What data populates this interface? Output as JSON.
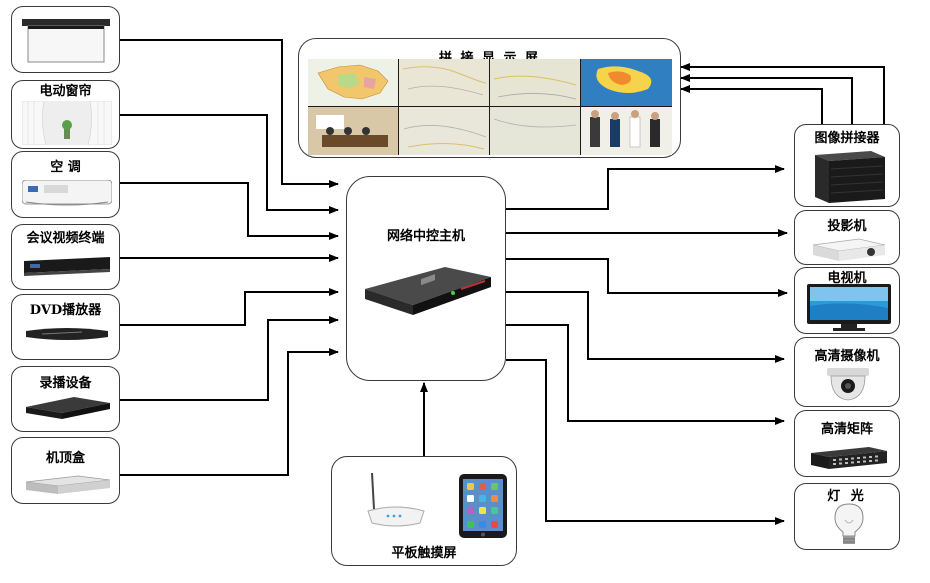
{
  "title": "拼 接 显 示 屏",
  "center": {
    "label": "网络中控主机"
  },
  "bottom": {
    "label": "平板触摸屏"
  },
  "left_devices": [
    {
      "id": "screen",
      "label": ""
    },
    {
      "id": "curtain",
      "label": "电动窗帘"
    },
    {
      "id": "aircon",
      "label": "空 调"
    },
    {
      "id": "vcterm",
      "label": "会议视频终端"
    },
    {
      "id": "dvd",
      "label": "DVD播放器"
    },
    {
      "id": "recorder",
      "label": "录播设备"
    },
    {
      "id": "stb",
      "label": "机顶盒"
    }
  ],
  "right_devices": [
    {
      "id": "splicer",
      "label": "图像拼接器"
    },
    {
      "id": "projector",
      "label": "投影机"
    },
    {
      "id": "tv",
      "label": "电视机"
    },
    {
      "id": "camera",
      "label": "高清摄像机"
    },
    {
      "id": "matrix",
      "label": "高清矩阵"
    },
    {
      "id": "light",
      "label": "灯 光"
    }
  ],
  "colors": {
    "line": "#000000",
    "border": "#3a3a3a",
    "tv_screen": "#1f7fc4",
    "water": "#2c9ad6"
  }
}
